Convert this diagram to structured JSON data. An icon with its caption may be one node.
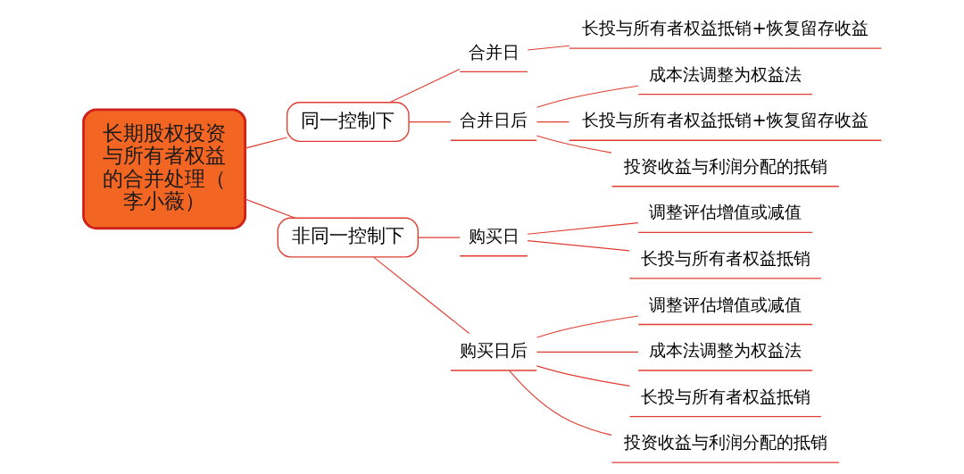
{
  "diagram": {
    "nodes": [
      {
        "text": [
          "长期股权投资与所有者权益的合并处理（李小薇）"
        ]
      },
      {
        "text": [
          "同一控制下"
        ]
      },
      {
        "text": [
          "合并日"
        ]
      },
      {
        "text": [
          "长投与所有者权益抵销+恢复留存收益"
        ]
      },
      {
        "text": [
          "合并日后"
        ]
      },
      {
        "text": [
          "成本法调整为权益法"
        ]
      },
      {
        "text": [
          "长投与所有者权益抵销+恢复留存收益"
        ]
      },
      {
        "text": [
          "投资收益与利润分配的抵销"
        ]
      },
      {
        "text": [
          "非同一控制下"
        ]
      },
      {
        "text": [
          "购买日"
        ]
      },
      {
        "text": [
          "调整评估增值或减值"
        ]
      },
      {
        "text": [
          "长投与所有者权益抵销"
        ]
      },
      {
        "text": [
          "购买日后"
        ]
      },
      {
        "text": [
          "调整评估增值或减值"
        ]
      },
      {
        "text": [
          "成本法调整为权益法"
        ]
      },
      {
        "text": [
          "长投与所有者权益抵销"
        ]
      },
      {
        "text": [
          "投资收益与利润分配的抵销"
        ]
      }
    ],
    "edges": [
      {
        "from": 0,
        "to": 1,
        "arrow": "none"
      },
      {
        "from": 1,
        "to": 2,
        "arrow": "none"
      },
      {
        "from": 2,
        "to": 3,
        "arrow": "none"
      },
      {
        "from": 1,
        "to": 4,
        "arrow": "none"
      },
      {
        "from": 4,
        "to": 5,
        "arrow": "none"
      },
      {
        "from": 4,
        "to": 6,
        "arrow": "none"
      },
      {
        "from": 4,
        "to": 7,
        "arrow": "none"
      },
      {
        "from": 0,
        "to": 8,
        "arrow": "none"
      },
      {
        "from": 8,
        "to": 9,
        "arrow": "none"
      },
      {
        "from": 9,
        "to": 10,
        "arrow": "none"
      },
      {
        "from": 9,
        "to": 11,
        "arrow": "none"
      },
      {
        "from": 8,
        "to": 12,
        "arrow": "none"
      },
      {
        "from": 12,
        "to": 13,
        "arrow": "none"
      },
      {
        "from": 12,
        "to": 14,
        "arrow": "none"
      },
      {
        "from": 12,
        "to": 15,
        "arrow": "none"
      },
      {
        "from": 12,
        "to": 16,
        "arrow": "none"
      }
    ]
  }
}
